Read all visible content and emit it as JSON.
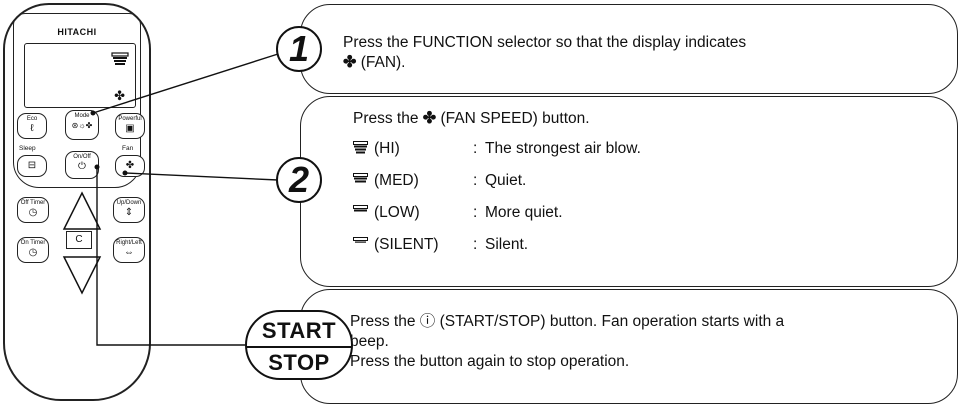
{
  "remote": {
    "brand": "HITACHI",
    "lcd_icon": "fan-icon",
    "buttons": {
      "eco": "Eco",
      "mode": "Mode",
      "powerful": "Powerful",
      "sleep": "Sleep",
      "onoff": "On/Off",
      "fan": "Fan",
      "off_timer": "Off Timer",
      "on_timer": "On Timer",
      "updown": "Up/Down",
      "rightleft": "Right/Left",
      "center": "C"
    }
  },
  "step1": {
    "number": "1",
    "text": "Press the FUNCTION selector so that the display indicates",
    "text2": "(FAN)."
  },
  "step2": {
    "number": "2",
    "title_a": "Press the",
    "title_b": "(FAN SPEED) button.",
    "levels": [
      {
        "name": "(HI)",
        "sep": ":",
        "desc": "The strongest air blow.",
        "bars": 4
      },
      {
        "name": "(MED)",
        "sep": ":",
        "desc": "Quiet.",
        "bars": 3
      },
      {
        "name": "(LOW)",
        "sep": ":",
        "desc": "More quiet.",
        "bars": 2
      },
      {
        "name": "(SILENT)",
        "sep": ":",
        "desc": "Silent.",
        "bars": 1
      }
    ]
  },
  "step3": {
    "start_label": "START",
    "stop_label": "STOP",
    "line1": "Press the ⓘ (START/STOP) button. Fan operation starts with a",
    "line2": "beep.",
    "line3": "Press the button again to stop operation."
  },
  "fan_glyph": "✤"
}
